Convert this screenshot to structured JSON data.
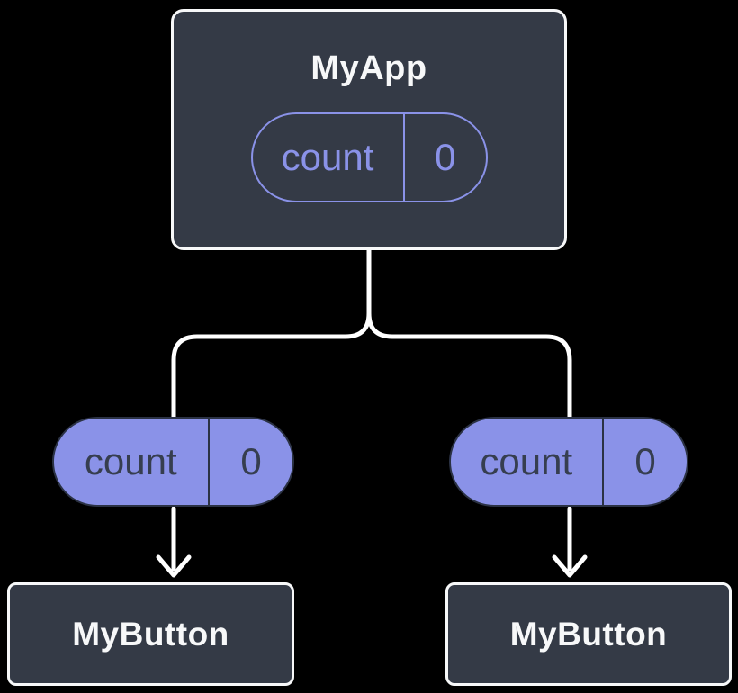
{
  "colors": {
    "bg": "#000000",
    "node_fill": "#343A46",
    "node_border": "#F7F8F9",
    "title_text": "#F7F8F9",
    "connector": "#FFFFFF",
    "accent": "#8A92E8",
    "pill_fill": "#8A92E8",
    "pill_dark": "#2B3244",
    "pill_text": "#363E4F"
  },
  "root_node": {
    "title": "MyApp",
    "state_pill": {
      "name": "count",
      "value": "0"
    }
  },
  "child_state_pills": [
    {
      "name": "count",
      "value": "0"
    },
    {
      "name": "count",
      "value": "0"
    }
  ],
  "child_nodes": [
    {
      "title": "MyButton"
    },
    {
      "title": "MyButton"
    }
  ]
}
